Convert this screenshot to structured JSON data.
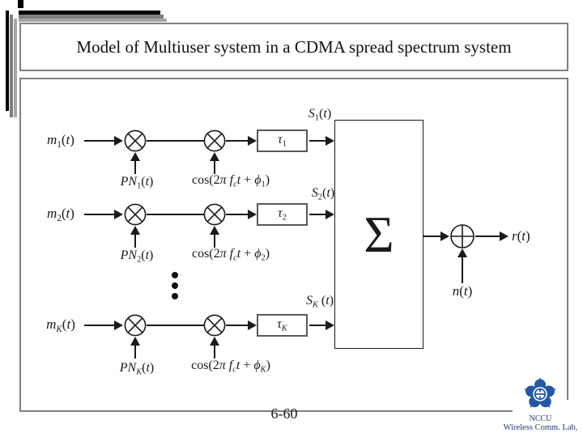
{
  "title": "Model of Multiuser system in a CDMA spread spectrum system",
  "page_number": "6-60",
  "footer_logo": {
    "org": "NCCU",
    "lab": "Wireless Comm. Lab,"
  },
  "colors": {
    "frame_border": "#808080",
    "line_color": "#1a1a1a",
    "logo_blue": "#2457a4",
    "logo_text_navy": "#1f3a70"
  },
  "diagram": {
    "sum_symbol": "Σ",
    "rows": [
      {
        "input": [
          {
            "t": "m",
            "s": "i"
          },
          {
            "t": "1",
            "s": "sub"
          },
          {
            "t": "("
          },
          {
            "t": "t",
            "s": "i"
          },
          {
            "t": ")"
          }
        ],
        "pn": [
          {
            "t": "PN",
            "s": "i"
          },
          {
            "t": "1",
            "s": "sub"
          },
          {
            "t": "("
          },
          {
            "t": "t",
            "s": "i"
          },
          {
            "t": ")"
          }
        ],
        "carrier": [
          {
            "t": "cos(2"
          },
          {
            "t": "π",
            "s": "i"
          },
          {
            "t": " "
          },
          {
            "t": "f",
            "s": "i"
          },
          {
            "t": "c",
            "s": "isub"
          },
          {
            "t": "t",
            "s": "i"
          },
          {
            "t": " + "
          },
          {
            "t": "ϕ",
            "s": "i"
          },
          {
            "t": "1",
            "s": "sub"
          },
          {
            "t": ")"
          }
        ],
        "delay": [
          {
            "t": "τ",
            "s": "i"
          },
          {
            "t": "1",
            "s": "sub"
          }
        ],
        "output": [
          {
            "t": "S",
            "s": "i"
          },
          {
            "t": "1",
            "s": "sub"
          },
          {
            "t": "("
          },
          {
            "t": "t",
            "s": "i"
          },
          {
            "t": ")"
          }
        ]
      },
      {
        "input": [
          {
            "t": "m",
            "s": "i"
          },
          {
            "t": "2",
            "s": "sub"
          },
          {
            "t": "("
          },
          {
            "t": "t",
            "s": "i"
          },
          {
            "t": ")"
          }
        ],
        "pn": [
          {
            "t": "PN",
            "s": "i"
          },
          {
            "t": "2",
            "s": "sub"
          },
          {
            "t": "("
          },
          {
            "t": "t",
            "s": "i"
          },
          {
            "t": ")"
          }
        ],
        "carrier": [
          {
            "t": "cos(2"
          },
          {
            "t": "π",
            "s": "i"
          },
          {
            "t": " "
          },
          {
            "t": "f",
            "s": "i"
          },
          {
            "t": "c",
            "s": "isub"
          },
          {
            "t": "t",
            "s": "i"
          },
          {
            "t": " + "
          },
          {
            "t": "ϕ",
            "s": "i"
          },
          {
            "t": "2",
            "s": "sub"
          },
          {
            "t": ")"
          }
        ],
        "delay": [
          {
            "t": "τ",
            "s": "i"
          },
          {
            "t": "2",
            "s": "sub"
          }
        ],
        "output": [
          {
            "t": "S",
            "s": "i"
          },
          {
            "t": "2",
            "s": "sub"
          },
          {
            "t": "("
          },
          {
            "t": "t",
            "s": "i"
          },
          {
            "t": ")"
          }
        ]
      },
      {
        "input": [
          {
            "t": "m",
            "s": "i"
          },
          {
            "t": "K",
            "s": "isub"
          },
          {
            "t": "("
          },
          {
            "t": "t",
            "s": "i"
          },
          {
            "t": ")"
          }
        ],
        "pn": [
          {
            "t": "PN",
            "s": "i"
          },
          {
            "t": "K",
            "s": "isub"
          },
          {
            "t": "("
          },
          {
            "t": "t",
            "s": "i"
          },
          {
            "t": ")"
          }
        ],
        "carrier": [
          {
            "t": "cos(2"
          },
          {
            "t": "π",
            "s": "i"
          },
          {
            "t": " "
          },
          {
            "t": "f",
            "s": "i"
          },
          {
            "t": "c",
            "s": "isub"
          },
          {
            "t": "t",
            "s": "i"
          },
          {
            "t": " + "
          },
          {
            "t": "ϕ",
            "s": "i"
          },
          {
            "t": "K",
            "s": "isub"
          },
          {
            "t": ")"
          }
        ],
        "delay": [
          {
            "t": "τ",
            "s": "i"
          },
          {
            "t": "K",
            "s": "isub"
          }
        ],
        "output": [
          {
            "t": "S",
            "s": "i"
          },
          {
            "t": "K",
            "s": "isub"
          },
          {
            "t": " ("
          },
          {
            "t": "t",
            "s": "i"
          },
          {
            "t": ")"
          }
        ]
      }
    ],
    "receiver": {
      "noise": [
        {
          "t": "n",
          "s": "i"
        },
        {
          "t": "("
        },
        {
          "t": "t",
          "s": "i"
        },
        {
          "t": ")"
        }
      ],
      "received": [
        {
          "t": "r",
          "s": "i"
        },
        {
          "t": "("
        },
        {
          "t": "t",
          "s": "i"
        },
        {
          "t": ")"
        }
      ]
    }
  }
}
